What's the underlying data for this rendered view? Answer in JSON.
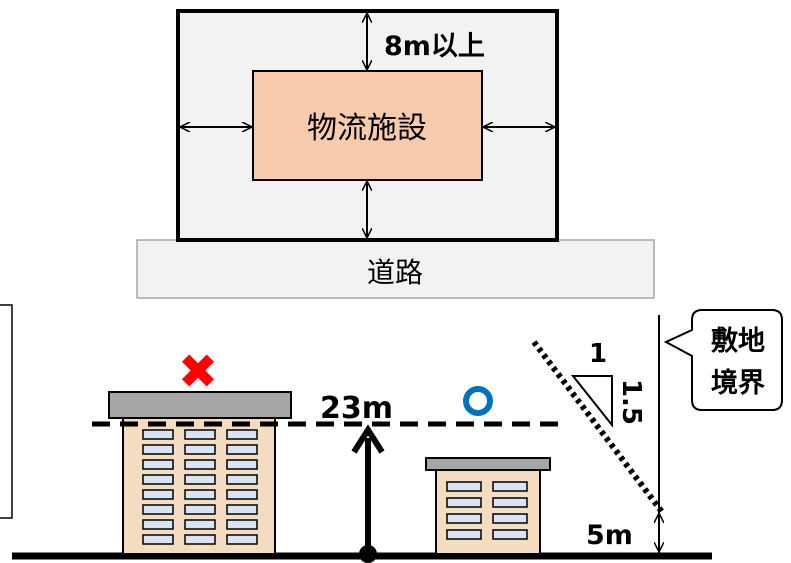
{
  "facility": {
    "label": "物流施設"
  },
  "road": {
    "label": "道路"
  },
  "setback": {
    "label": "8m以上"
  },
  "height_limit": {
    "label": "23m"
  },
  "site_boundary": {
    "line1": "敷地",
    "line2": "境界"
  },
  "slope": {
    "run": "1",
    "rise": "1.5"
  },
  "base_offset": {
    "label": "5m"
  },
  "verdicts": {
    "tall_building": "✖",
    "low_building": "○"
  },
  "colors": {
    "facility_fill": "#f8cbad",
    "site_fill": "#f2f2f2",
    "building_fill": "#f4dcc0",
    "cross": "#ff0000",
    "circle": "#0070c0"
  }
}
